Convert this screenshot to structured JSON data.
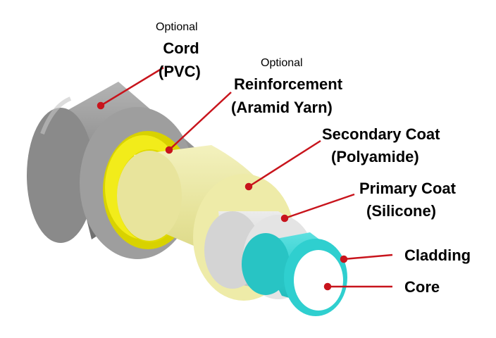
{
  "colors": {
    "cord": "#8f8f8f",
    "reinforcement": "#e6e000",
    "secondary_coat": "#e9e79c",
    "primary_coat": "#d8d8d8",
    "cladding": "#2fcfcf",
    "core": "#ffffff",
    "leader_line": "#c8141c"
  },
  "labels": {
    "cord": {
      "optional": "Optional",
      "name": "Cord",
      "material": "(PVC)"
    },
    "reinforcement": {
      "optional": "Optional",
      "name": "Reinforcement",
      "material": "(Aramid Yarn)"
    },
    "secondary_coat": {
      "name": "Secondary Coat",
      "material": "(Polyamide)"
    },
    "primary_coat": {
      "name": "Primary Coat",
      "material": "(Silicone)"
    },
    "cladding": {
      "name": "Cladding"
    },
    "core": {
      "name": "Core"
    }
  }
}
